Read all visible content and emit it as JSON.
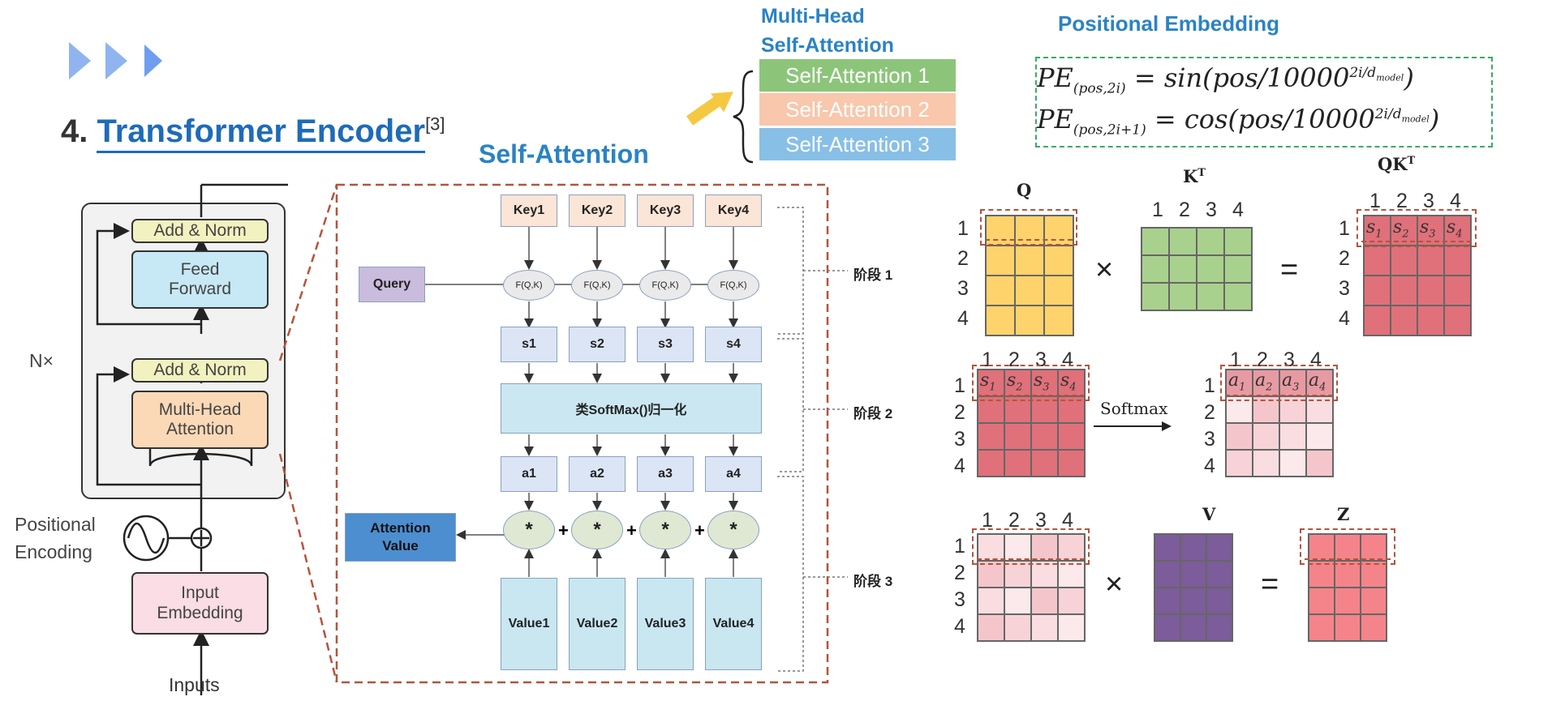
{
  "header": {
    "section_number": "4.",
    "section_title": "Transformer Encoder",
    "citation": "[3]",
    "self_attention_label": "Self-Attention",
    "multi_head_title_line1": "Multi-Head",
    "multi_head_title_line2": "Self-Attention",
    "self_attention_bars": [
      {
        "label": "Self-Attention 1",
        "color": "#8cc57a"
      },
      {
        "label": "Self-Attention 2",
        "color": "#f8c7ac"
      },
      {
        "label": "Self-Attention 3",
        "color": "#88bfe6"
      }
    ]
  },
  "positional_embedding": {
    "title": "Positional Embedding",
    "formula1_lhs": "PE",
    "formula1_sub": "(pos,2i)",
    "formula1_rhs": "= sin(pos/10000",
    "formula1_exp": "2i/d",
    "formula1_exp_sub": "model",
    "formula1_close": ")",
    "formula2_lhs": "PE",
    "formula2_sub": "(pos,2i+1)",
    "formula2_rhs": "= cos(pos/10000",
    "formula2_exp": "2i/d",
    "formula2_exp_sub": "model",
    "formula2_close": ")"
  },
  "encoder": {
    "add_norm_top": "Add & Norm",
    "feed_forward_l1": "Feed",
    "feed_forward_l2": "Forward",
    "add_norm_bottom": "Add & Norm",
    "mha_l1": "Multi-Head",
    "mha_l2": "Attention",
    "nx": "N×",
    "pos_enc_l1": "Positional",
    "pos_enc_l2": "Encoding",
    "input_emb_l1": "Input",
    "input_emb_l2": "Embedding",
    "inputs": "Inputs"
  },
  "attention_flow": {
    "keys": [
      "Key1",
      "Key2",
      "Key3",
      "Key4"
    ],
    "query": "Query",
    "fqk": [
      "F(Q,K)",
      "F(Q,K)",
      "F(Q,K)",
      "F(Q,K)"
    ],
    "scores": [
      "s1",
      "s2",
      "s3",
      "s4"
    ],
    "softmax": "类SoftMax()归一化",
    "weights": [
      "a1",
      "a2",
      "a3",
      "a4"
    ],
    "mult": [
      "*",
      "*",
      "*",
      "*"
    ],
    "plus": [
      "+",
      "+",
      "+"
    ],
    "attention_value_l1": "Attention",
    "attention_value_l2": "Value",
    "values": [
      "Value1",
      "Value2",
      "Value3",
      "Value4"
    ],
    "stages": [
      "阶段 1",
      "阶段 2",
      "阶段 3"
    ]
  },
  "matrices": {
    "q_label": "Q",
    "kt_label": "K",
    "kt_sup": "T",
    "qkt_label": "QK",
    "qkt_sup": "T",
    "v_label": "V",
    "z_label": "Z",
    "softmax_label": "Softmax",
    "times": "×",
    "equals": "=",
    "row_labels": [
      "1",
      "2",
      "3",
      "4"
    ],
    "col_labels": [
      "1",
      "2",
      "3",
      "4"
    ],
    "s_cells": [
      "s",
      "s",
      "s",
      "s"
    ],
    "s_subs": [
      "1",
      "2",
      "3",
      "4"
    ],
    "a_cells": [
      "a",
      "a",
      "a",
      "a"
    ],
    "a_subs": [
      "1",
      "2",
      "3",
      "4"
    ]
  },
  "colors": {
    "q": "#ffd36b",
    "kt": "#a9d18e",
    "qkt": "#e0707a",
    "v": "#7c5c9a",
    "z": "#f4848a",
    "dashed": "#b5533c"
  }
}
